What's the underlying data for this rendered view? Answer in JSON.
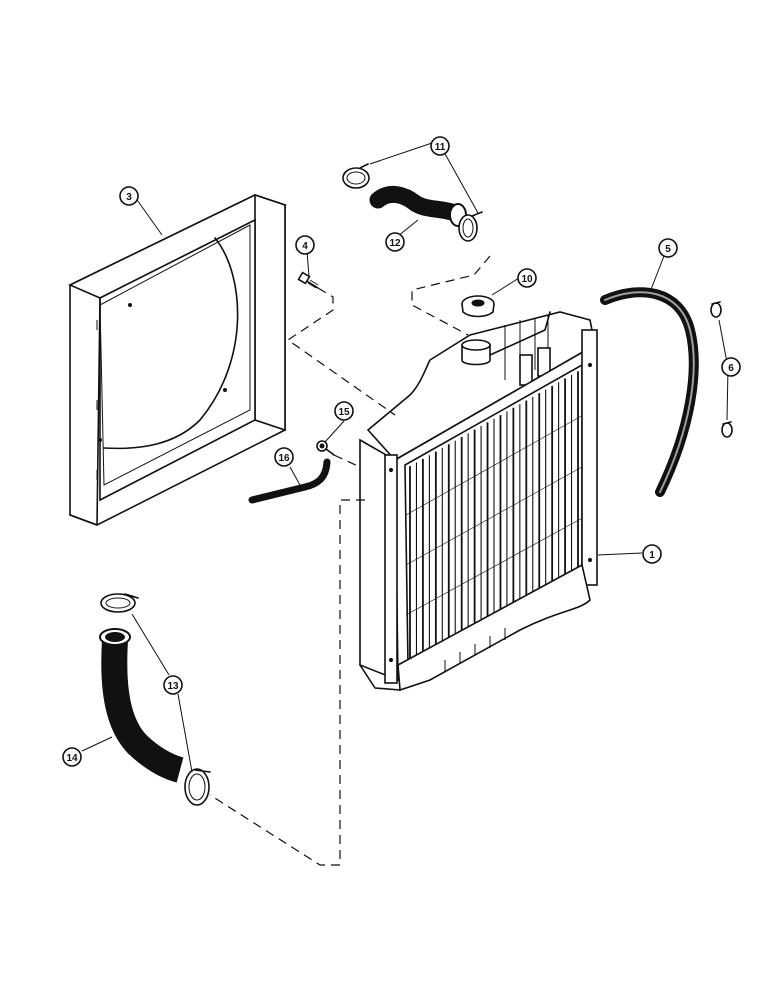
{
  "callouts": [
    {
      "id": "c1",
      "label": "1",
      "part": "radiator"
    },
    {
      "id": "c3",
      "label": "3",
      "part": "fan-shroud"
    },
    {
      "id": "c4",
      "label": "4",
      "part": "bolt"
    },
    {
      "id": "c5",
      "label": "5",
      "part": "overflow-hose"
    },
    {
      "id": "c6",
      "label": "6",
      "part": "hose-clips"
    },
    {
      "id": "c10",
      "label": "10",
      "part": "radiator-cap"
    },
    {
      "id": "c11",
      "label": "11",
      "part": "upper-hose-clamps"
    },
    {
      "id": "c12",
      "label": "12",
      "part": "upper-hose"
    },
    {
      "id": "c13",
      "label": "13",
      "part": "lower-hose-clamps"
    },
    {
      "id": "c14",
      "label": "14",
      "part": "lower-hose"
    },
    {
      "id": "c15",
      "label": "15",
      "part": "drain-valve"
    },
    {
      "id": "c16",
      "label": "16",
      "part": "drain-tube"
    }
  ],
  "colors": {
    "ink": "#111111",
    "paper": "#ffffff"
  }
}
